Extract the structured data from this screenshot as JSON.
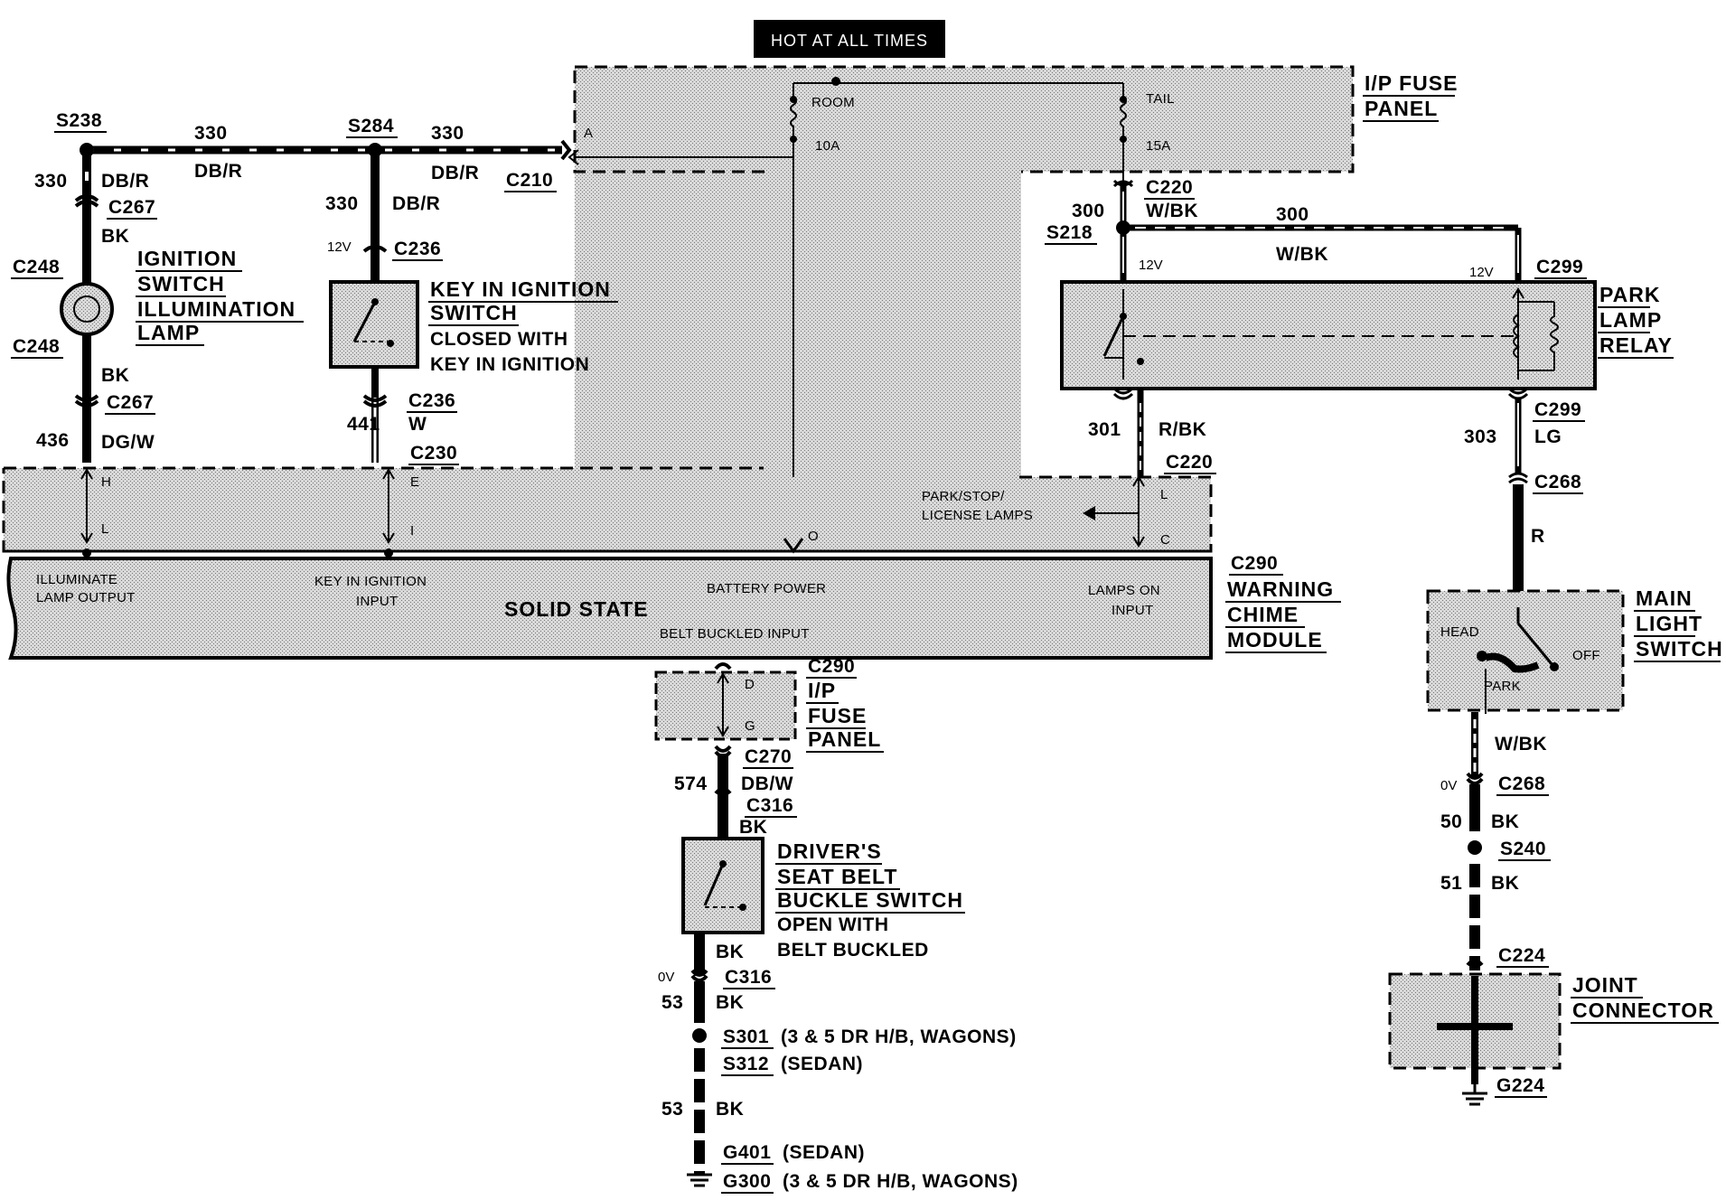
{
  "header": {
    "hot_at_all_times": "HOT AT ALL TIMES"
  },
  "fuse_panel_top": {
    "title_line1": "I/P FUSE",
    "title_line2": "PANEL",
    "room": "ROOM",
    "tail": "TAIL",
    "fuse_10a": "10A",
    "fuse_15a": "15A",
    "pin_a": "A"
  },
  "top_bus": {
    "s238": "S238",
    "wire_330_a": "330",
    "color_a": "DB/R",
    "s284": "S284",
    "wire_330_b": "330",
    "color_b": "DB/R",
    "c210": "C210"
  },
  "ignition_lamp": {
    "wire_num": "330",
    "wire_color": "DB/R",
    "c267_top": "C267",
    "bk_top": "BK",
    "c248_top": "C248",
    "c248_bottom": "C248",
    "title_line1": "IGNITION",
    "title_line2": "SWITCH",
    "title_line3": "ILLUMINATION",
    "title_line4": "LAMP",
    "bk_bottom": "BK",
    "c267_bottom": "C267",
    "wire_436": "436",
    "color_436": "DG/W"
  },
  "key_switch": {
    "wire_num": "330",
    "wire_color": "DB/R",
    "v12": "12V",
    "c236_top": "C236",
    "title_line1": "KEY IN IGNITION",
    "title_line2": "SWITCH",
    "title_line3": "CLOSED WITH",
    "title_line4": "KEY IN IGNITION",
    "c236_bottom": "C236",
    "wire_441": "441",
    "color_441": "W",
    "c230": "C230"
  },
  "park_relay": {
    "c220_top": "C220",
    "wire_300_a": "300",
    "color_wbk": "W/BK",
    "s218": "S218",
    "wire_300_b": "300",
    "color_wbk_b": "W/BK",
    "v12_left": "12V",
    "v12_right": "12V",
    "c299_top": "C299",
    "title_line1": "PARK",
    "title_line2": "LAMP",
    "title_line3": "RELAY",
    "wire_301": "301",
    "color_301": "R/BK",
    "c220_bottom": "C220",
    "c299_bottom": "C299",
    "wire_303": "303",
    "color_303": "LG",
    "c268": "C268",
    "color_r": "R"
  },
  "connector_block": {
    "pin_h": "H",
    "pin_l": "L",
    "pin_e": "E",
    "pin_i": "I",
    "pin_o": "O",
    "pin_l2": "L",
    "pin_c": "C",
    "park_lamps_line1": "PARK/STOP/",
    "park_lamps_line2": "LICENSE LAMPS"
  },
  "module": {
    "illuminate_line1": "ILLUMINATE",
    "illuminate_line2": "LAMP OUTPUT",
    "key_line1": "KEY IN IGNITION",
    "key_line2": "INPUT",
    "solid_state": "SOLID  STATE",
    "battery_power": "BATTERY POWER",
    "belt_buckled": "BELT BUCKLED INPUT",
    "lamps_on_line1": "LAMPS ON",
    "lamps_on_line2": "INPUT",
    "c290": "C290",
    "title_line1": "WARNING",
    "title_line2": "CHIME",
    "title_line3": "MODULE"
  },
  "fuse_panel_bottom": {
    "c290": "C290",
    "title_line1": "I/P",
    "title_line2": "FUSE",
    "title_line3": "PANEL",
    "pin_d": "D",
    "pin_g": "G"
  },
  "seat_belt": {
    "c270": "C270",
    "wire_574": "574",
    "color_574": "DB/W",
    "c316_top": "C316",
    "bk_top": "BK",
    "title_line1": "DRIVER'S",
    "title_line2": "SEAT BELT",
    "title_line3": "BUCKLE SWITCH",
    "title_line4": "OPEN WITH",
    "title_line5": "BELT BUCKLED",
    "bk_mid": "BK",
    "v0": "0V",
    "c316_bottom": "C316",
    "wire_53_a": "53",
    "bk_53_a": "BK",
    "s301": "S301",
    "s301_note": "(3 & 5 DR H/B, WAGONS)",
    "s312": "S312",
    "s312_note": "(SEDAN)",
    "wire_53_b": "53",
    "bk_53_b": "BK",
    "g401": "G401",
    "g401_note": "(SEDAN)",
    "g300": "G300",
    "g300_note": "(3 & 5 DR H/B, WAGONS)"
  },
  "main_light_switch": {
    "title_line1": "MAIN",
    "title_line2": "LIGHT",
    "title_line3": "SWITCH",
    "head": "HEAD",
    "off": "OFF",
    "park": "PARK",
    "color_wbk": "W/BK",
    "v0": "0V",
    "c268": "C268",
    "wire_50": "50",
    "bk_50": "BK",
    "s240": "S240",
    "wire_51": "51",
    "bk_51": "BK",
    "c224": "C224",
    "jc_line1": "JOINT",
    "jc_line2": "CONNECTOR",
    "g224": "G224"
  }
}
